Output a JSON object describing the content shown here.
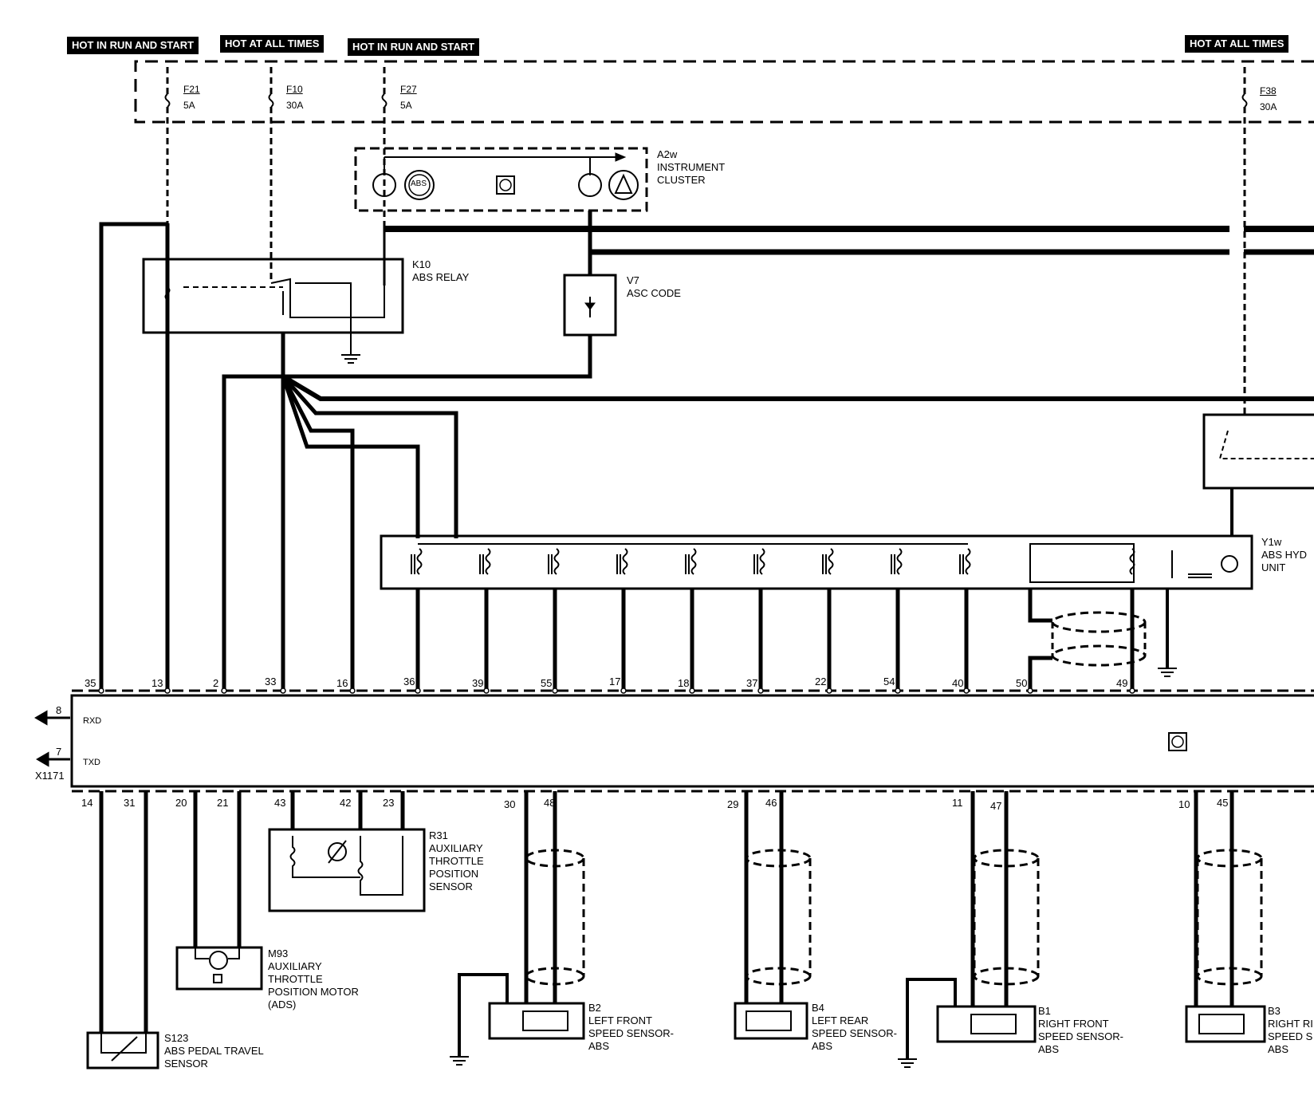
{
  "power_tags": [
    "HOT IN RUN AND START",
    "HOT AT ALL TIMES",
    "HOT IN RUN AND START",
    "HOT AT ALL TIMES"
  ],
  "fuses": [
    {
      "name": "F21",
      "rating": "5A"
    },
    {
      "name": "F10",
      "rating": "30A"
    },
    {
      "name": "F27",
      "rating": "5A"
    },
    {
      "name": "F38",
      "rating": "30A"
    }
  ],
  "components": {
    "a2w": "A2w\nINSTRUMENT\nCLUSTER",
    "k10": "K10\nABS RELAY",
    "v7": "V7\nASC CODE",
    "y1w": "Y1w\nABS HYD\nUNIT",
    "r31": "R31\nAUXILIARY\nTHROTTLE\nPOSITION\nSENSOR",
    "m93": "M93\nAUXILIARY\nTHROTTLE\nPOSITION MOTOR\n(ADS)",
    "s123": "S123\nABS PEDAL TRAVEL\nSENSOR",
    "b2": "B2\nLEFT FRONT\nSPEED SENSOR-\nABS",
    "b4": "B4\nLEFT REAR\nSPEED SENSOR-\nABS",
    "b1": "B1\nRIGHT FRONT\nSPEED SENSOR-\nABS",
    "b3": "B3\nRIGHT RI\nSPEED S\nABS"
  },
  "abs_icon_text": "ABS",
  "module_pins_top": [
    "35",
    "13",
    "2",
    "33",
    "16",
    "36",
    "39",
    "55",
    "17",
    "18",
    "37",
    "22",
    "54",
    "40",
    "50",
    "49"
  ],
  "module_pins_bottom": [
    "14",
    "31",
    "20",
    "21",
    "43",
    "42",
    "23",
    "30",
    "48",
    "29",
    "46",
    "11",
    "47",
    "10",
    "45"
  ],
  "module_signals": {
    "rxd_pin": "8",
    "rxd_label": "RXD",
    "txd_pin": "7",
    "txd_label": "TXD",
    "connector": "X1171"
  }
}
